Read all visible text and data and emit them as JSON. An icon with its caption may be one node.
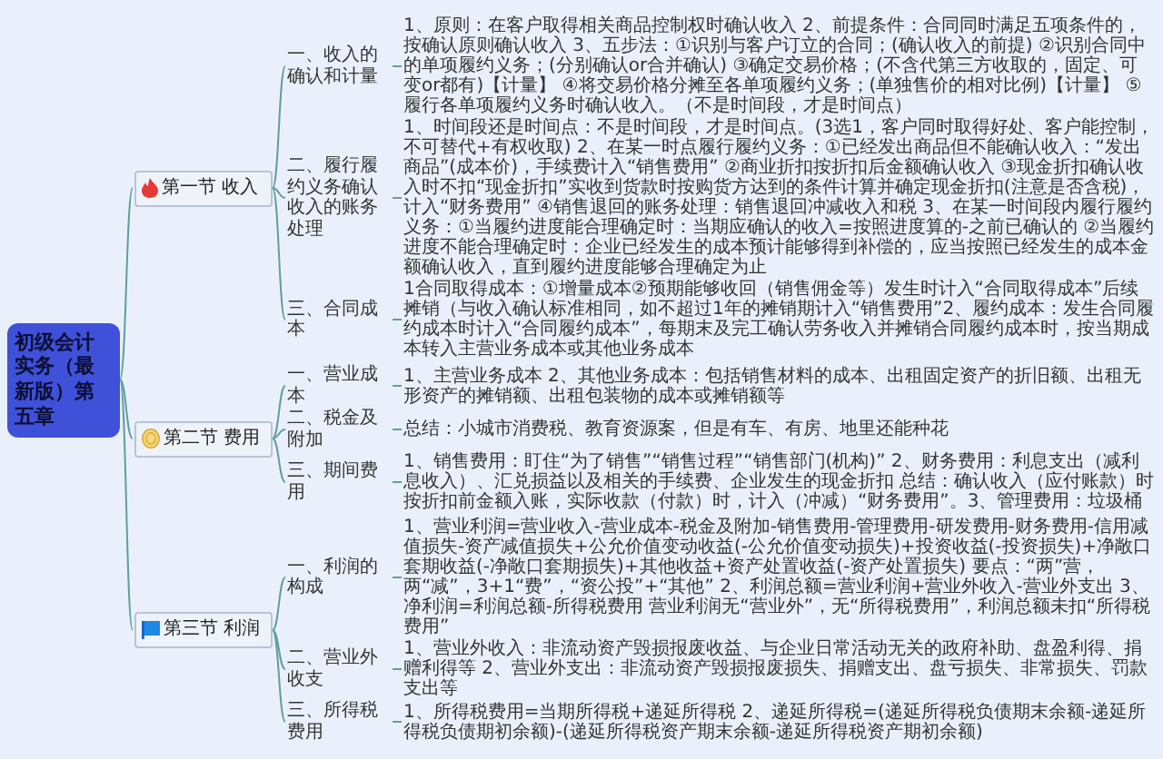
{
  "diagram": {
    "nodes": [
      {
        "text": [
          "初级会计实务（最新版）第五章"
        ]
      },
      {
        "text": [
          "第一节 收入"
        ]
      },
      {
        "text": [
          "一、收入的确认和计量"
        ]
      },
      {
        "text": [
          "1、原则：在客户取得相关商品控制权时确认收入 2、前提条件：合同同时满足五项条件的，按确认原则确认收入 3、五步法：①识别与客户订立的合同；(确认收入的前提) ②识别合同中的单项履约义务；(分别确认or合并确认) ③确定交易价格；(不含代第三方收取的，固定、可变or都有)【计量】 ④将交易价格分摊至各单项履约义务；(单独售价的相对比例)【计量】 ⑤履行各单项履约义务时确认收入。（不是时间段，才是时间点）"
        ]
      },
      {
        "text": [
          "二、履行履约义务确认收入的账务处理"
        ]
      },
      {
        "text": [
          "1、时间段还是时间点：不是时间段，才是时间点。(3选1，客户同时取得好处、客户能控制，不可替代+有权收取) 2、在某一时点履行履约义务：①已经发出商品但不能确认收入：“发出商品”(成本价)，手续费计入“销售费用” ②商业折扣按折扣后金额确认收入 ③现金折扣确认收入时不扣“现金折扣”实收到货款时按购货方达到的条件计算并确定现金折扣(注意是否含税)，计入“财务费用” ④销售退回的账务处理：销售退回冲减收入和税 3、在某一时间段内履行履约义务：①当履约进度能合理确定时：当期应确认的收入=按照进度算的-之前已确认的 ②当履约进度不能合理确定时：企业已经发生的成本预计能够得到补偿的，应当按照已经发生的成本金额确认收入，直到履约进度能够合理确定为止"
        ]
      },
      {
        "text": [
          "三、合同成本"
        ]
      },
      {
        "text": [
          "1合同取得成本：①增量成本②预期能够收回（销售佣金等）发生时计入“合同取得成本”后续摊销（与收入确认标准相同，如不超过1年的摊销期计入“销售费用”2、履约成本：发生合同履约成本时计入“合同履约成本”，每期末及完工确认劳务收入并摊销合同履约成本时，按当期成本转入主营业务成本或其他业务成本"
        ]
      },
      {
        "text": [
          "第二节 费用"
        ]
      },
      {
        "text": [
          "一、营业成本"
        ]
      },
      {
        "text": [
          "1、主营业务成本 2、其他业务成本：包括销售材料的成本、出租固定资产的折旧额、出租无形资产的摊销额、出租包装物的成本或摊销额等"
        ]
      },
      {
        "text": [
          "二、税金及附加"
        ]
      },
      {
        "text": [
          "总结：小城市消费税、教育资源案，但是有车、有房、地里还能种花"
        ]
      },
      {
        "text": [
          "三、期间费用"
        ]
      },
      {
        "text": [
          "1、销售费用：盯住“为了销售”“销售过程”“销售部门(机构)” 2、财务费用：利息支出（减利息收入）、汇兑损益以及相关的手续费、企业发生的现金折扣 总结：确认收入（应付账款）时按折扣前金额入账，实际收款（付款）时，计入（冲减）“财务费用”。3、管理费用：垃圾桶"
        ]
      },
      {
        "text": [
          "第三节 利润"
        ]
      },
      {
        "text": [
          "一、利润的构成"
        ]
      },
      {
        "text": [
          "1、营业利润=营业收入-营业成本-税金及附加-销售费用-管理费用-研发费用-财务费用-信用减值损失-资产减值损失+公允价值变动收益(-公允价值变动损失)+投资收益(-投资损失)+净敞口套期收益(-净敞口套期损失)+其他收益+资产处置收益(-资产处置损失) 要点：“两”营，两“减”，3+1“费”，“资公投”+“其他” 2、利润总额=营业利润+营业外收入-营业外支出 3、净利润=利润总额-所得税费用 营业利润无“营业外”，无“所得税费用”，利润总额未扣“所得税费用”"
        ]
      },
      {
        "text": [
          "二、营业外收支"
        ]
      },
      {
        "text": [
          "1、营业外收入：非流动资产毁损报废收益、与企业日常活动无关的政府补助、盘盈利得、捐赠利得等 2、营业外支出：非流动资产毁损报废损失、捐赠支出、盘亏损失、非常损失、罚款支出等"
        ]
      },
      {
        "text": [
          "三、所得税费用"
        ]
      },
      {
        "text": [
          "1、所得税费用=当期所得税+递延所得税 2、递延所得税=(递延所得税负债期末余额-递延所得税负债期初余额)-(递延所得税资产期末余额-递延所得税资产期初余额)"
        ]
      }
    ],
    "edges": [
      {
        "from": 0,
        "to": 1,
        "arrow": "none"
      },
      {
        "from": 1,
        "to": 2,
        "arrow": "none"
      },
      {
        "from": 2,
        "to": 3,
        "arrow": "none"
      },
      {
        "from": 1,
        "to": 4,
        "arrow": "none"
      },
      {
        "from": 4,
        "to": 5,
        "arrow": "none"
      },
      {
        "from": 1,
        "to": 6,
        "arrow": "none"
      },
      {
        "from": 6,
        "to": 7,
        "arrow": "none"
      },
      {
        "from": 0,
        "to": 8,
        "arrow": "none"
      },
      {
        "from": 8,
        "to": 9,
        "arrow": "none"
      },
      {
        "from": 9,
        "to": 10,
        "arrow": "none"
      },
      {
        "from": 8,
        "to": 11,
        "arrow": "none"
      },
      {
        "from": 11,
        "to": 12,
        "arrow": "none"
      },
      {
        "from": 8,
        "to": 13,
        "arrow": "none"
      },
      {
        "from": 13,
        "to": 14,
        "arrow": "none"
      },
      {
        "from": 0,
        "to": 15,
        "arrow": "none"
      },
      {
        "from": 15,
        "to": 16,
        "arrow": "none"
      },
      {
        "from": 16,
        "to": 17,
        "arrow": "none"
      },
      {
        "from": 15,
        "to": 18,
        "arrow": "none"
      },
      {
        "from": 18,
        "to": 19,
        "arrow": "none"
      },
      {
        "from": 15,
        "to": 20,
        "arrow": "none"
      },
      {
        "from": 20,
        "to": 21,
        "arrow": "none"
      }
    ]
  }
}
